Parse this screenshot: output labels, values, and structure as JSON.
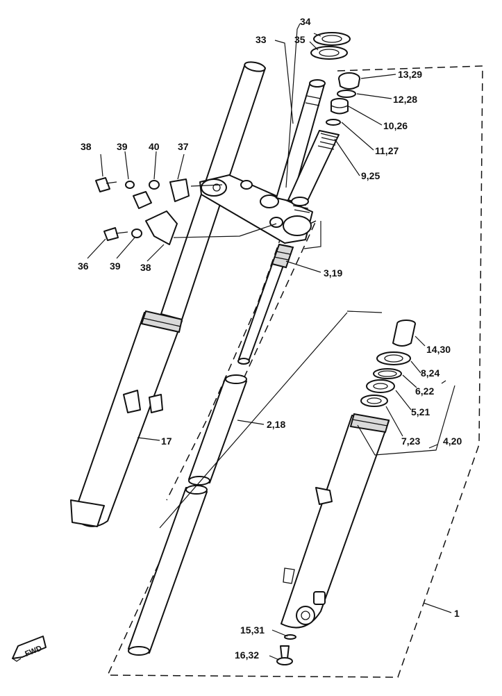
{
  "diagram": {
    "callouts": [
      {
        "id": "c34",
        "text": "34"
      },
      {
        "id": "c33",
        "text": "33"
      },
      {
        "id": "c35",
        "text": "35"
      },
      {
        "id": "c13",
        "text": "13,29"
      },
      {
        "id": "c12",
        "text": "12,28"
      },
      {
        "id": "c10",
        "text": "10,26"
      },
      {
        "id": "c11",
        "text": "11,27"
      },
      {
        "id": "c9",
        "text": "9,25"
      },
      {
        "id": "c38a",
        "text": "38"
      },
      {
        "id": "c39a",
        "text": "39"
      },
      {
        "id": "c40",
        "text": "40"
      },
      {
        "id": "c37",
        "text": "37"
      },
      {
        "id": "c36",
        "text": "36"
      },
      {
        "id": "c39b",
        "text": "39"
      },
      {
        "id": "c38b",
        "text": "38"
      },
      {
        "id": "c3",
        "text": "3,19"
      },
      {
        "id": "c14",
        "text": "14,30"
      },
      {
        "id": "c8",
        "text": "8,24"
      },
      {
        "id": "c6",
        "text": "6,22"
      },
      {
        "id": "c5",
        "text": "5,21"
      },
      {
        "id": "c7",
        "text": "7,23"
      },
      {
        "id": "c4",
        "text": "4,20"
      },
      {
        "id": "c2",
        "text": "2,18"
      },
      {
        "id": "c17",
        "text": "17"
      },
      {
        "id": "c1",
        "text": "1"
      },
      {
        "id": "c15",
        "text": "15,31"
      },
      {
        "id": "c16",
        "text": "16,32"
      }
    ],
    "fwd_badge": "FWD"
  }
}
